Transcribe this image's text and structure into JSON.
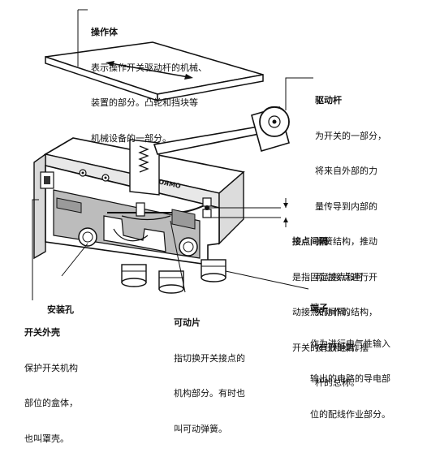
{
  "labels": {
    "actuator": {
      "title": "操作体",
      "lines": [
        "表示操作开关驱动杆的机械、",
        "装置的部分。凸轮和挡块等",
        "机械设备的一部分。"
      ]
    },
    "lever": {
      "title": "驱动杆",
      "lines": [
        "为开关的一部分，",
        "将来自外部的力",
        "量传导到内部的",
        "弹簧结构，推动",
        "可动接点进行开",
        "关动作的结构，",
        "按钮和操作摆",
        "杆的总称。"
      ]
    },
    "contact_gap": {
      "title": "接点间隔",
      "lines": [
        "是指固定接点和可",
        "动接点的间隔，",
        "开关的有效距离。"
      ]
    },
    "mounting_hole": {
      "title": "安装孔",
      "lines": []
    },
    "housing": {
      "title": "开关外壳",
      "lines": [
        "保护开关机构",
        "部位的盒体，",
        "也叫罩壳。"
      ]
    },
    "movable_piece": {
      "title": "可动片",
      "lines": [
        "指切换开关接点的",
        "机构部分。有时也",
        "叫可动弹簧。"
      ]
    },
    "terminal": {
      "title": "端子",
      "lines": [
        "作为进行电气性输入",
        "输出的电路的导电部",
        "位的配线作业部分。"
      ]
    }
  },
  "device": {
    "brand_mark": "OMRON"
  },
  "colors": {
    "ink": "#111111",
    "background": "#ffffff",
    "shade": "#c8c8c8"
  }
}
